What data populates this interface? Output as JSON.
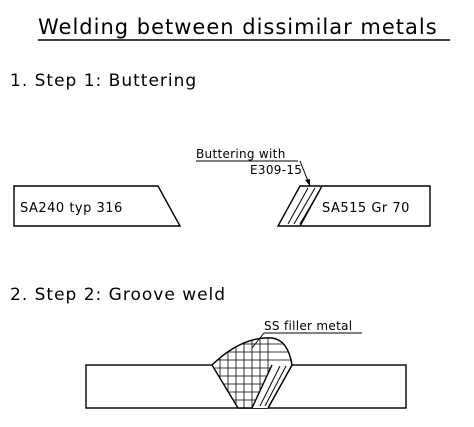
{
  "title": "Welding between dissimilar metals",
  "step1": {
    "heading": "1. Step 1: Buttering",
    "left_plate_label": "SA240 typ 316",
    "right_plate_label": "SA515 Gr 70",
    "callout_line1": "Buttering with",
    "callout_line2": "E309-15"
  },
  "step2": {
    "heading": "2. Step 2: Groove weld",
    "callout": "SS filler metal"
  }
}
